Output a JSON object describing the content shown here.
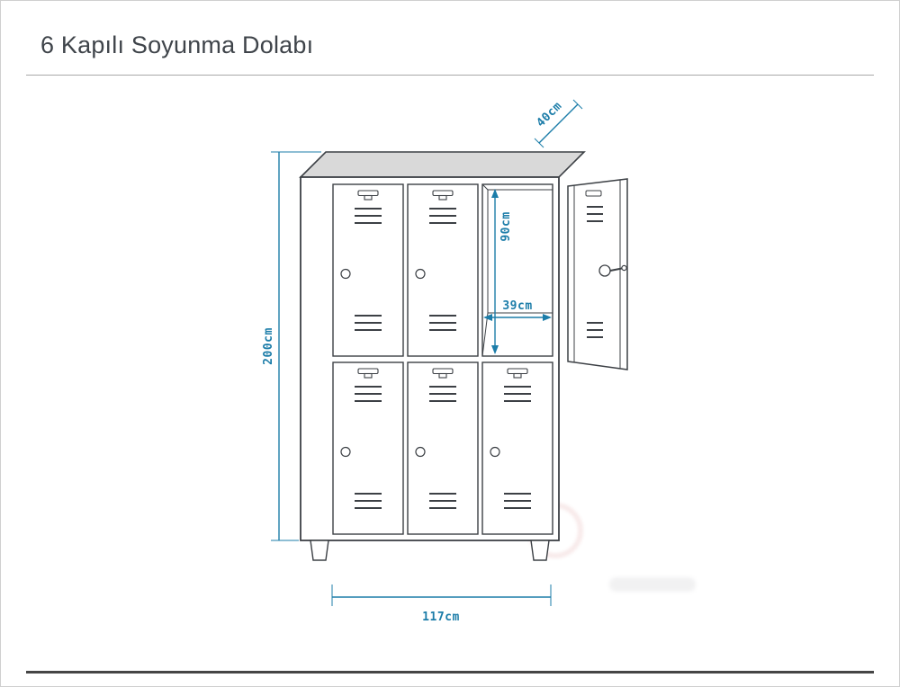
{
  "page": {
    "title": "6 Kapılı Soyunma Dolabı"
  },
  "colors": {
    "dimension_accent": "#1C7DA9",
    "drawing_line": "#3C4045",
    "top_face_fill": "#D9D9D9",
    "page_background": "#FFFFFF",
    "rule_dark": "#454545",
    "rule_light": "#A8A8A8"
  },
  "diagram": {
    "subject": "6-door changing locker, front technical drawing with one open door (top right)",
    "doors": 6,
    "dimensions": {
      "height": "200cm",
      "width": "117cm",
      "depth": "40cm",
      "compartment_height": "90cm",
      "compartment_width": "39cm"
    }
  }
}
